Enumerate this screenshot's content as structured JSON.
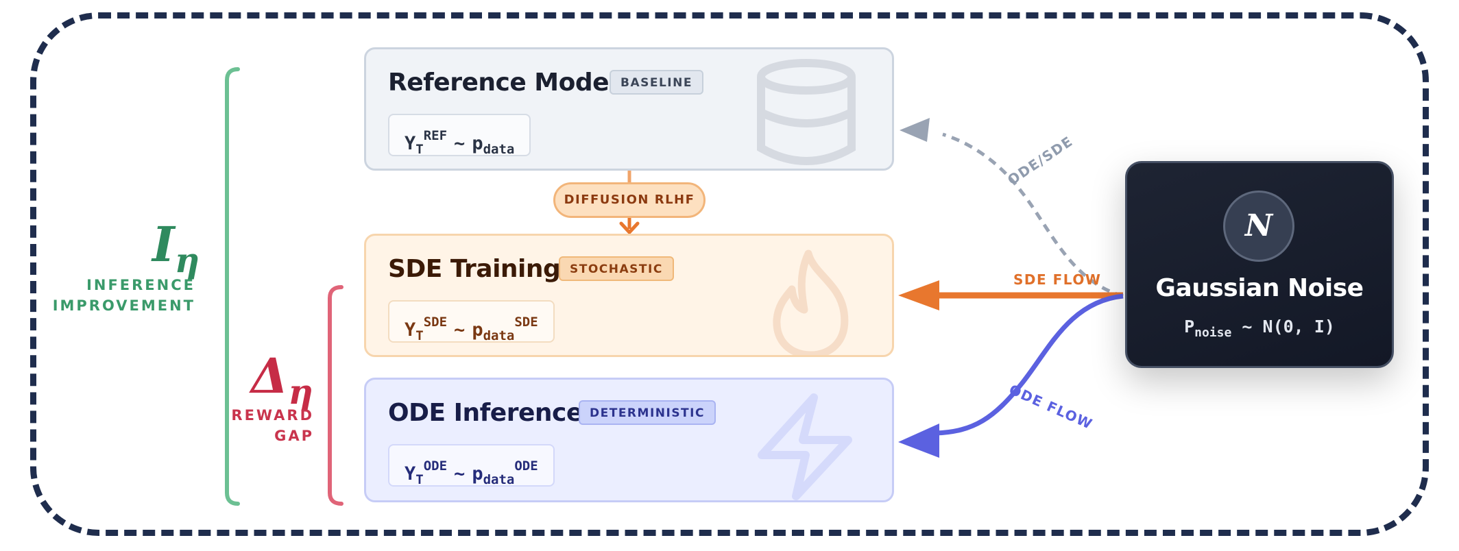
{
  "colors": {
    "frame": "#1f2d4d",
    "inference_green": "#2f8a5e",
    "reward_red": "#c62c46",
    "sde_orange": "#e8772e",
    "ode_blue": "#5b61e0",
    "ode_sde_gray": "#8f9bad"
  },
  "left_annotations": {
    "inference": {
      "symbol": "I",
      "symbol_sub": "η",
      "label_line1": "INFERENCE",
      "label_line2": "IMPROVEMENT"
    },
    "reward_gap": {
      "symbol": "Δ",
      "symbol_sub": "η",
      "label_line1": "REWARD",
      "label_line2": "GAP"
    }
  },
  "cards": {
    "reference": {
      "title": "Reference Model",
      "badge": "BASELINE",
      "formula": {
        "y": "Y",
        "y_sub": "T",
        "y_sup": "REF",
        "tilde": "~",
        "p": "p",
        "p_sub": "data",
        "p_sup": ""
      },
      "icon": "database-icon"
    },
    "sde": {
      "title": "SDE Training",
      "badge": "STOCHASTIC",
      "formula": {
        "y": "Y",
        "y_sub": "T",
        "y_sup": "SDE",
        "tilde": "~",
        "p": "p",
        "p_sub": "data",
        "p_sup": "SDE"
      },
      "icon": "flame-icon"
    },
    "ode": {
      "title": "ODE Inference",
      "badge": "DETERMINISTIC",
      "formula": {
        "y": "Y",
        "y_sub": "T",
        "y_sup": "ODE",
        "tilde": "~",
        "p": "p",
        "p_sub": "data",
        "p_sup": "ODE"
      },
      "icon": "lightning-icon"
    }
  },
  "connector": {
    "label": "DIFFUSION RLHF"
  },
  "noise": {
    "icon_letter": "N",
    "title": "Gaussian Noise",
    "formula_p": "P",
    "formula_sub": "noise",
    "formula_rest": " ~ N(0, I)"
  },
  "flows": {
    "ode_sde": "ODE/SDE",
    "sde": "SDE FLOW",
    "ode": "ODE FLOW"
  }
}
